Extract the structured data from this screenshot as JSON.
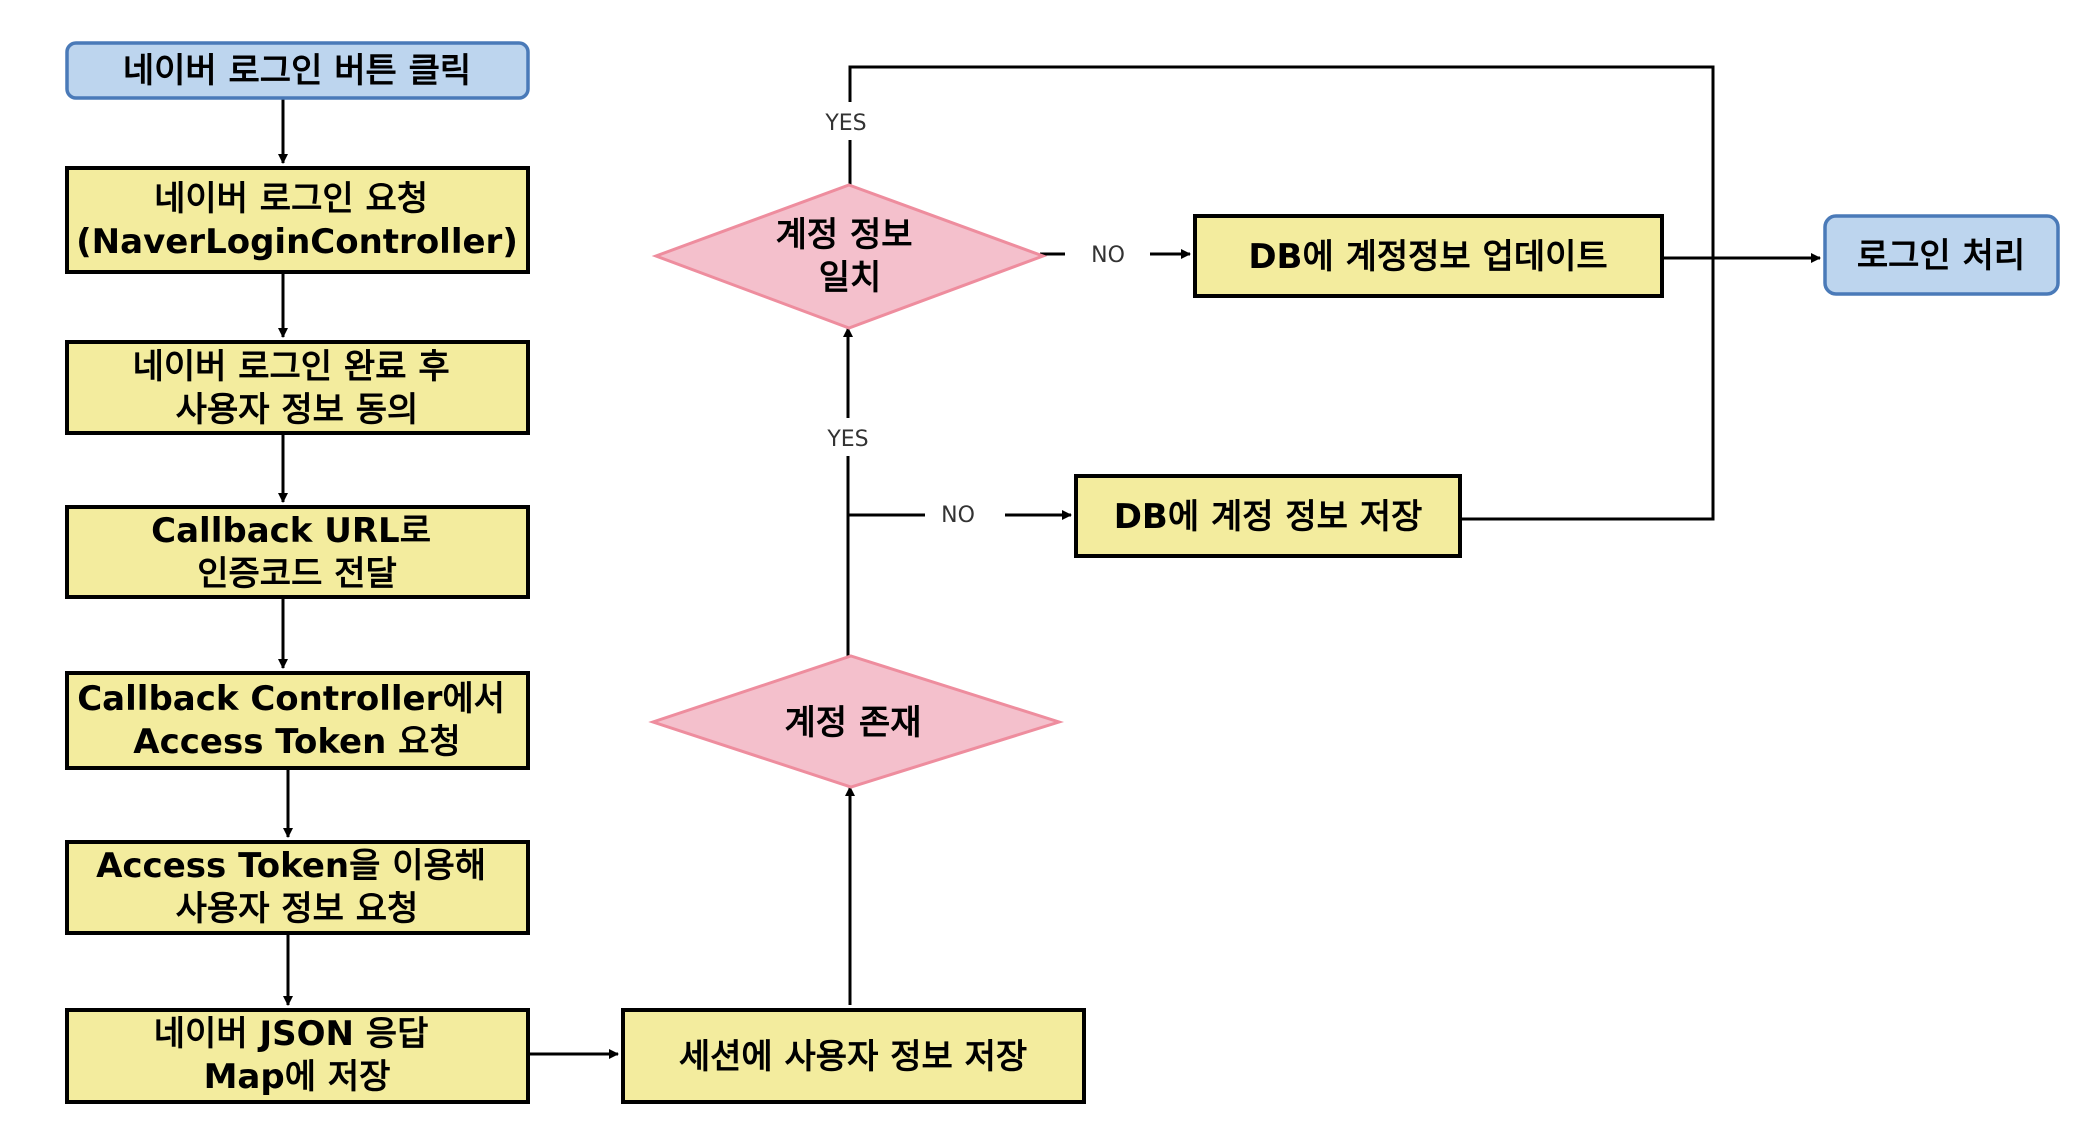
{
  "colors": {
    "process_fill": "#f3ec9e",
    "terminal_fill": "#bdd5ee",
    "terminal_stroke": "#4a7ab8",
    "decision_fill": "#f4c0cc",
    "decision_stroke": "#ee8d9e",
    "line": "#000000"
  },
  "nodes": {
    "start": [
      "네이버 로그인 버튼 클릭"
    ],
    "request": [
      "네이버 로그인 요청",
      "(NaverLoginController)"
    ],
    "consent": [
      "네이버 로그인 완료 후",
      "사용자 정보 동의"
    ],
    "callback": [
      "Callback URL로",
      "인증코드 전달"
    ],
    "token": [
      "Callback Controller에서",
      "Access Token 요청"
    ],
    "profile": [
      "Access Token을 이용해",
      "사용자 정보 요청"
    ],
    "json": [
      "네이버 JSON 응답",
      "Map에 저장"
    ],
    "session": [
      "세션에 사용자 정보 저장"
    ],
    "exists": [
      "계정 존재"
    ],
    "match": [
      "계정 정보",
      "일치"
    ],
    "save": [
      "DB에 계정 정보 저장"
    ],
    "update": [
      "DB에 계정정보 업데이트"
    ],
    "login": [
      "로그인 처리"
    ]
  },
  "labels": {
    "yes": "YES",
    "no": "NO"
  }
}
